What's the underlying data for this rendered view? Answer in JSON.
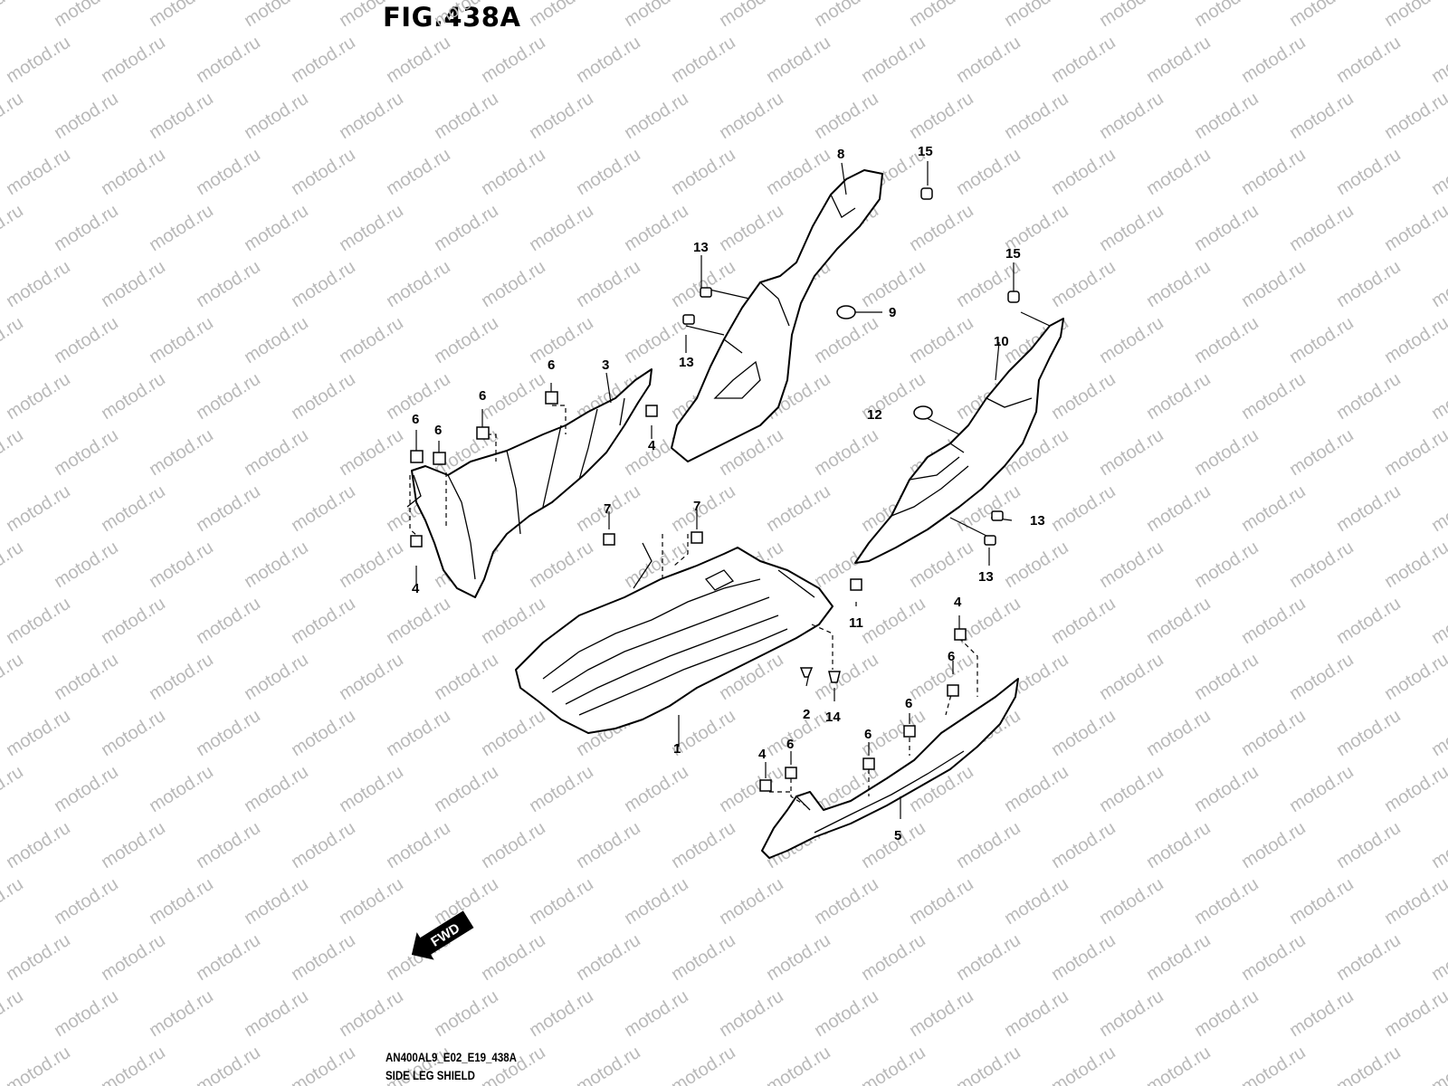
{
  "figure_title": "FIG.438A",
  "diagram_code": "AN400AL9_E02_E19_438A",
  "diagram_name": "SIDE LEG SHIELD",
  "watermark_text": "motod.ru",
  "direction_badge": {
    "text": "FWD",
    "icon": "arrow-left-icon"
  },
  "callouts": [
    "1",
    "2",
    "3",
    "4",
    "5",
    "6",
    "7",
    "8",
    "9",
    "10",
    "11",
    "12",
    "13",
    "14",
    "15"
  ],
  "colors": {
    "line": "#000000",
    "watermark": "#b9b9b9",
    "background": "#ffffff"
  }
}
